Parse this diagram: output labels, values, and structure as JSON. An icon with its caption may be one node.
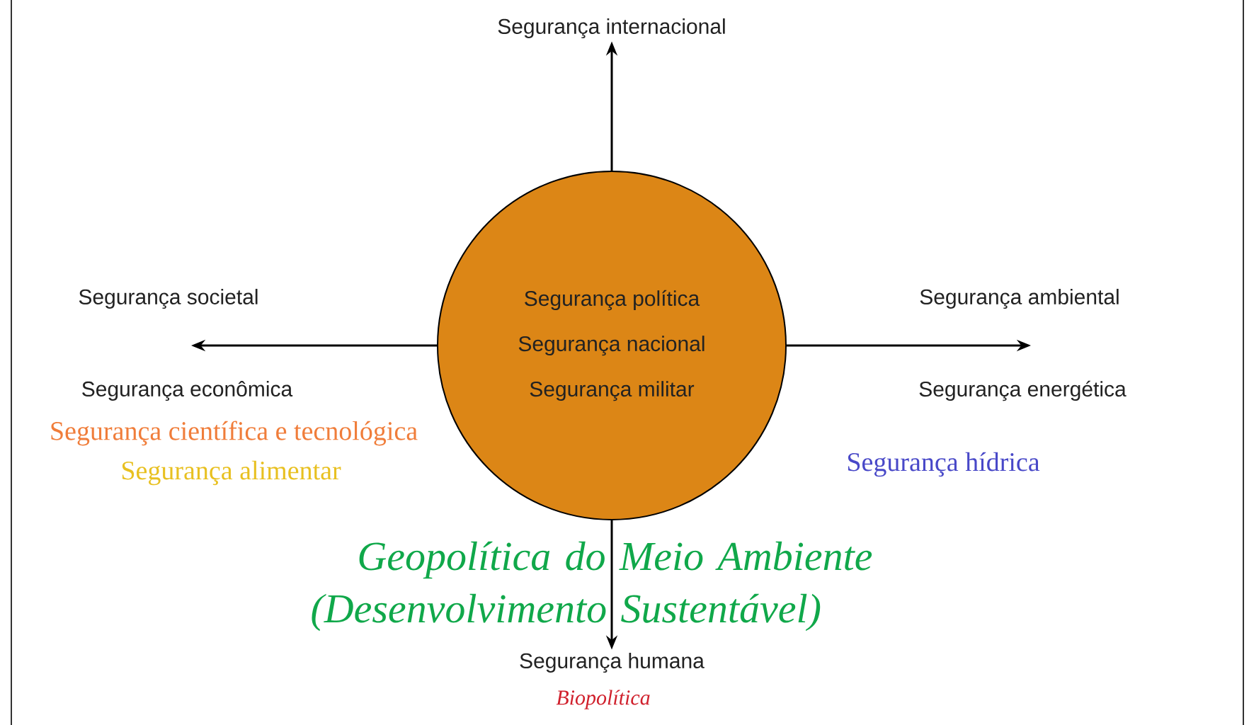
{
  "diagram": {
    "nodes": [
      {
        "text": [
          "Segurança política",
          "Segurança nacional",
          "Segurança militar"
        ]
      },
      {
        "text": [
          "Segurança internacional"
        ]
      },
      {
        "text": [
          "Segurança humana"
        ]
      }
    ],
    "edges": [
      {
        "from": 0,
        "to": 1,
        "arrow": "to"
      },
      {
        "from": 0,
        "to": null,
        "arrow": "to"
      },
      {
        "from": 0,
        "to": null,
        "arrow": "to"
      },
      {
        "from": 0,
        "to": 2,
        "arrow": "to"
      }
    ],
    "labels": [
      "Segurança societal",
      "Segurança ambiental",
      "Segurança econômica",
      "Segurança energética",
      "Segurança científica e tecnológica",
      "Segurança hídrica",
      "Segurança alimentar",
      "Geopolítica do Meio Ambiente (Desenvolvimento Sustentável)",
      "Biopolítica"
    ]
  }
}
